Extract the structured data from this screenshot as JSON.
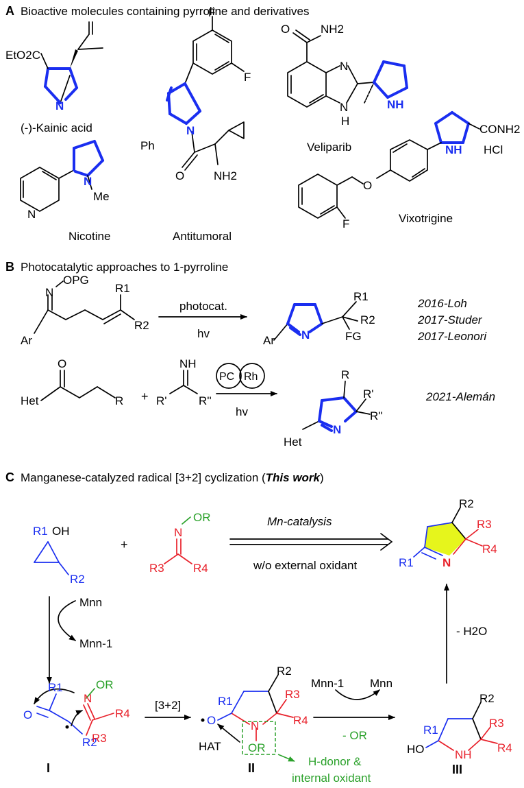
{
  "sections": {
    "a": {
      "letter": "A",
      "title": "Bioactive molecules containing pyrroline and derivatives"
    },
    "b": {
      "letter": "B",
      "title": "Photocatalytic approaches to 1-pyrroline"
    },
    "c": {
      "letter": "C",
      "title": "Manganese-catalyzed radical [3+2] cyclization (",
      "title_emph": "This work",
      "title_end": ")"
    }
  },
  "molecules_a": {
    "kainic": {
      "name": "(-)-Kainic acid",
      "ester": "EtO2C",
      "n": "N"
    },
    "nicotine": {
      "name": "Nicotine",
      "n_pyr": "N",
      "n_ring": "N",
      "me": "Me"
    },
    "antitumoral": {
      "name": "Antitumoral",
      "f1": "F",
      "f2": "F",
      "ph": "Ph",
      "n": "N",
      "o": "O",
      "nh2": "NH2"
    },
    "veliparib": {
      "name": "Veliparib",
      "amide": "O",
      "nh2": "NH2",
      "n": "N",
      "nh_imid": "N",
      "h": "H",
      "nh_pyr": "NH"
    },
    "vixotrigine": {
      "name": "Vixotrigine",
      "conh2": "CONH2",
      "hcl": "HCl",
      "nh": "NH",
      "o": "O",
      "f": "F"
    }
  },
  "section_b": {
    "row1": {
      "reagent_o": "OPG",
      "reagent_n": "N",
      "ar": "Ar",
      "r1": "R1",
      "r2": "R2",
      "arrow_top": "photocat.",
      "arrow_bottom": "hv",
      "product_ar": "Ar",
      "product_n": "N",
      "product_r1": "R1",
      "product_r2": "R2",
      "product_fg": "FG",
      "refs": [
        "2016-Loh",
        "2017-Studer",
        "2017-Leonori"
      ]
    },
    "row2": {
      "ketone_o": "O",
      "het": "Het",
      "r": "R",
      "plus": "+",
      "imine_nh": "NH",
      "r_prime": "R'",
      "r_dprime": "R''",
      "pc": "PC",
      "rh": "Rh",
      "arrow_bottom": "hv",
      "product_r": "R",
      "product_rp": "R'",
      "product_rpp": "R''",
      "product_het": "Het",
      "product_n": "N",
      "ref": "2021-Alemán"
    }
  },
  "section_c": {
    "cyclopropanol": {
      "r1": "R1",
      "oh": "OH",
      "r2": "R2"
    },
    "plus": "+",
    "oxime": {
      "or": "OR",
      "n": "N",
      "r3": "R3",
      "r4": "R4"
    },
    "arrow_top": "Mn-catalysis",
    "arrow_bottom": "w/o external oxidant",
    "product": {
      "r1": "R1",
      "n": "N",
      "r2": "R2",
      "r3": "R3",
      "r4": "R4"
    },
    "mn_in": "Mnn",
    "mn_out": "Mnn-1",
    "water": "- H2O",
    "intermediate_i": {
      "label": "I",
      "r1": "R1",
      "o": "O",
      "r2": "R2",
      "or": "OR",
      "n": "N",
      "r3": "R3",
      "r4": "R4"
    },
    "step_label": "[3+2]",
    "intermediate_ii": {
      "label": "II",
      "r1": "R1",
      "o": "O",
      "n": "N",
      "or": "OR",
      "r2": "R2",
      "r3": "R3",
      "r4": "R4",
      "hat": "HAT"
    },
    "mn_top_left": "Mnn-1",
    "mn_top_right": "Mnn",
    "leaving": "- OR",
    "intermediate_iii": {
      "label": "III",
      "r1": "R1",
      "ho": "HO",
      "nh": "NH",
      "r2": "R2",
      "r3": "R3",
      "r4": "R4"
    },
    "note": [
      "H-donor &",
      "internal oxidant"
    ]
  },
  "colors": {
    "blue": "#1a2ef0",
    "red": "#e8202a",
    "green": "#2aa12a",
    "highlight": "#e6f51c"
  }
}
